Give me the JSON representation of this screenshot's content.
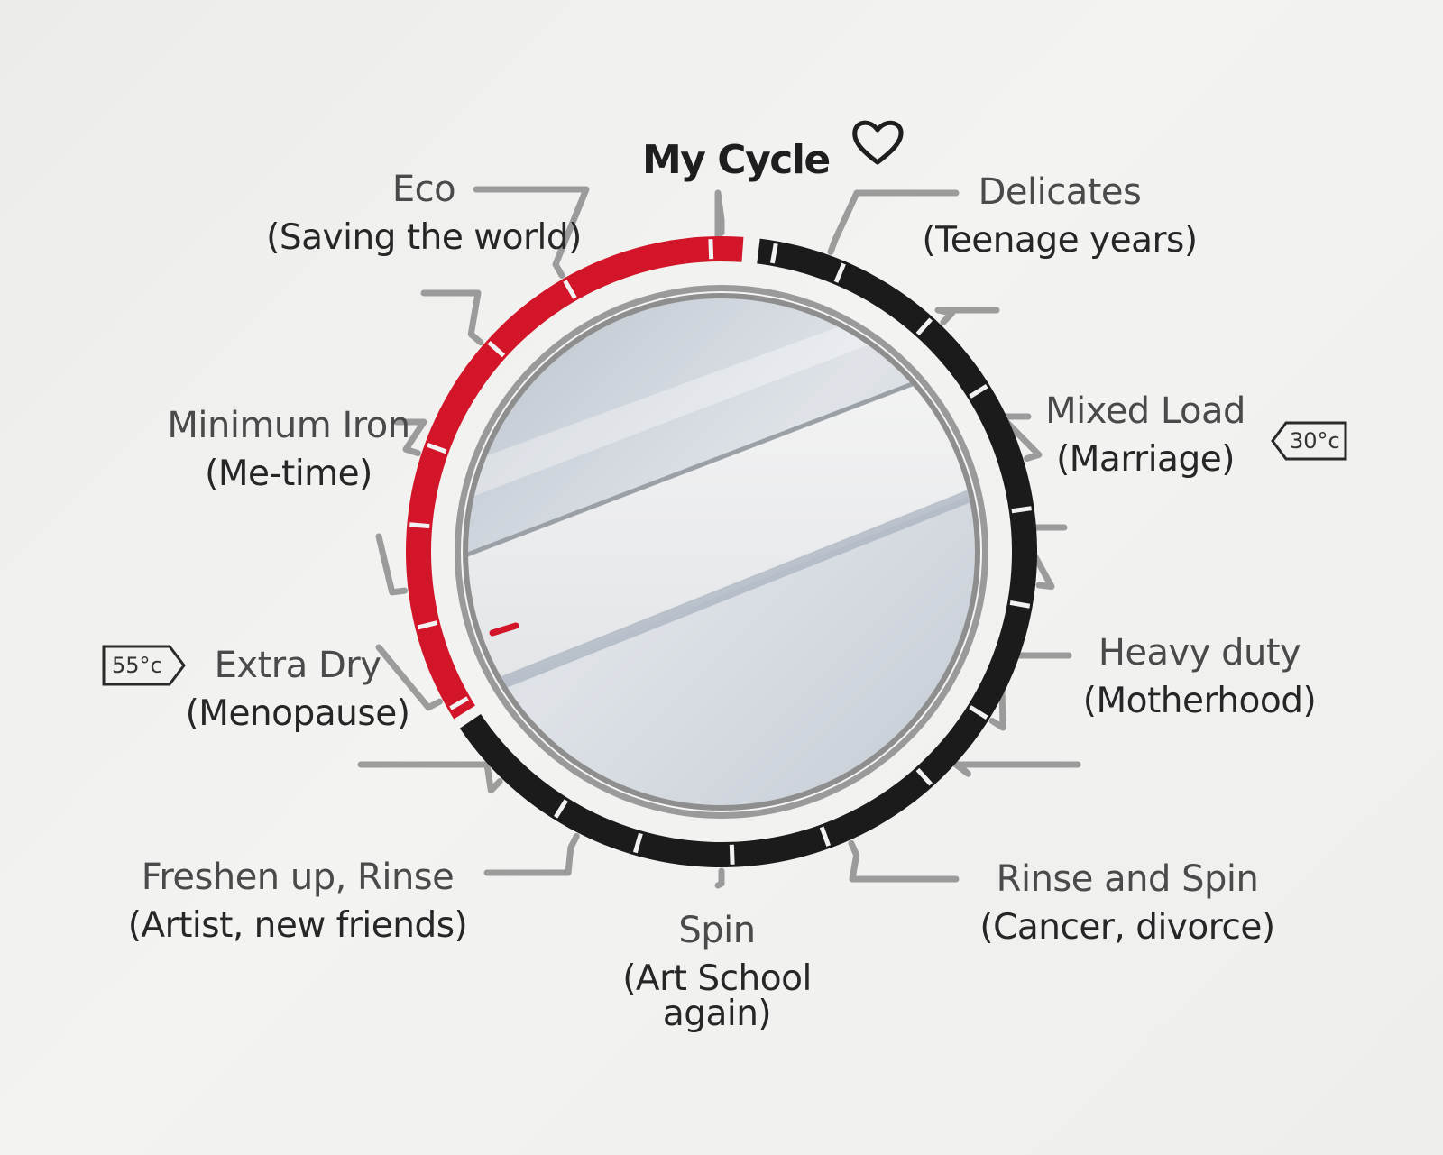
{
  "title": "My Cycle",
  "heart_icon": "heart-icon",
  "colors": {
    "active_arc": "#d3152a",
    "inactive_arc": "#1b1b1b",
    "leader_lines": "#8c8c8c",
    "door_glass": "#c9cfd6",
    "text": "#2e2e2e"
  },
  "dial": {
    "active_segment": [
      "Eco",
      "Minimum Iron",
      "Extra Dry"
    ]
  },
  "cycles": {
    "eco": {
      "name": "Eco",
      "meaning": "(Saving the world)"
    },
    "delicates": {
      "name": "Delicates",
      "meaning": "(Teenage years)"
    },
    "minimum_iron": {
      "name": "Minimum Iron",
      "meaning": "(Me-time)"
    },
    "mixed_load": {
      "name": "Mixed Load",
      "meaning": "(Marriage)"
    },
    "extra_dry": {
      "name": "Extra Dry",
      "meaning": "(Menopause)"
    },
    "heavy_duty": {
      "name": "Heavy duty",
      "meaning": "(Motherhood)"
    },
    "freshen_up": {
      "name": "Freshen up, Rinse",
      "meaning": "(Artist, new friends)"
    },
    "spin": {
      "name": "Spin",
      "meaning": "(Art School again)"
    },
    "rinse_spin": {
      "name": "Rinse and Spin",
      "meaning": "(Cancer, divorce)"
    }
  },
  "temps": {
    "mixed_load": "30°c",
    "extra_dry": "55°c"
  }
}
